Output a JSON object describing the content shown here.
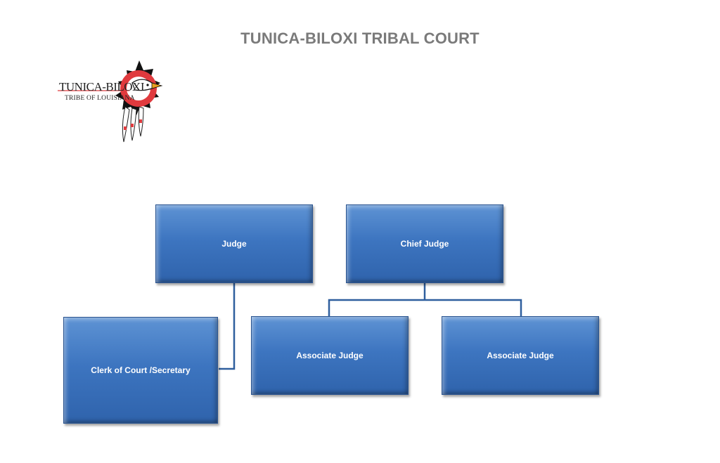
{
  "title": "TUNICA-BILOXI TRIBAL COURT",
  "logo": {
    "line1": "TUNICA-BILOXI",
    "line2": "TRIBE OF LOUISIANA"
  },
  "nodes": {
    "judge": "Judge",
    "chief_judge": "Chief Judge",
    "clerk": "Clerk of Court /Secretary",
    "associate_judge_1": "Associate Judge",
    "associate_judge_2": "Associate Judge"
  },
  "colors": {
    "node_fill": "#3d75c0",
    "connector": "#2f5f9e",
    "title": "#7a7a7a"
  }
}
